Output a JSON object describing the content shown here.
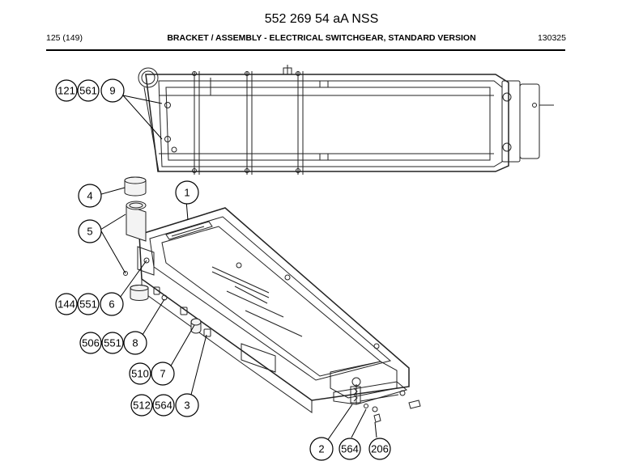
{
  "document": {
    "title": "552 269 54 aA NSS",
    "page": "125 (149)",
    "heading": "BRACKET / ASSEMBLY - ELECTRICAL SWITCHGEAR, STANDARD VERSION",
    "code": "130325"
  },
  "callouts": [
    {
      "id": "c121",
      "label": "121"
    },
    {
      "id": "c561a",
      "label": "561"
    },
    {
      "id": "c9",
      "label": "9"
    },
    {
      "id": "c1",
      "label": "1"
    },
    {
      "id": "c4",
      "label": "4"
    },
    {
      "id": "c5",
      "label": "5"
    },
    {
      "id": "c144",
      "label": "144"
    },
    {
      "id": "c551a",
      "label": "551"
    },
    {
      "id": "c6",
      "label": "6"
    },
    {
      "id": "c506",
      "label": "506"
    },
    {
      "id": "c551b",
      "label": "551"
    },
    {
      "id": "c8",
      "label": "8"
    },
    {
      "id": "c510",
      "label": "510"
    },
    {
      "id": "c7",
      "label": "7"
    },
    {
      "id": "c512",
      "label": "512"
    },
    {
      "id": "c564a",
      "label": "564"
    },
    {
      "id": "c3",
      "label": "3"
    },
    {
      "id": "c2",
      "label": "2"
    },
    {
      "id": "c564b",
      "label": "564"
    },
    {
      "id": "c206",
      "label": "206"
    }
  ]
}
